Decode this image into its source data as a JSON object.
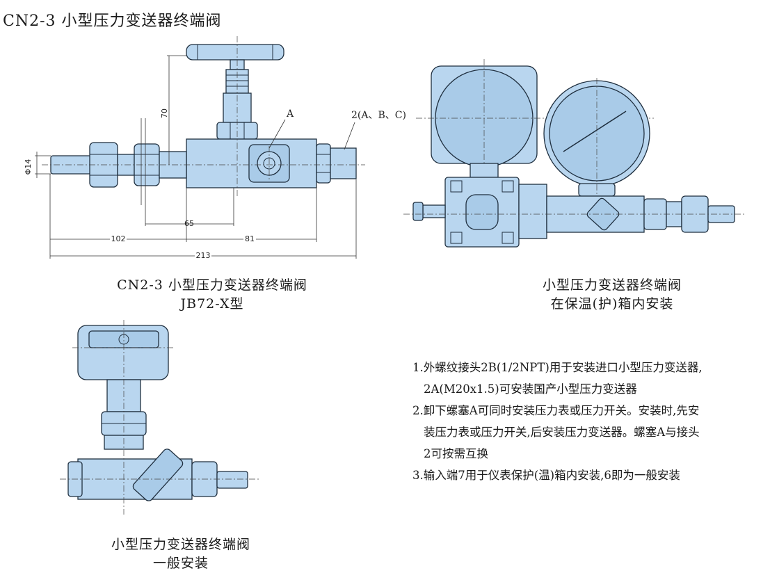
{
  "title": "CN2-3  小型压力变送器终端阀",
  "figure1": {
    "caption_line1": "CN2-3  小型压力变送器终端阀",
    "caption_line2": "JB72-X型",
    "label_a": "A",
    "label_2": "2(A、B、C)",
    "dim_70": "70",
    "dim_phi14": "Φ14",
    "dim_65": "65",
    "dim_102": "102",
    "dim_81": "81",
    "dim_213": "213"
  },
  "figure2": {
    "caption_line1": "小型压力变送器终端阀",
    "caption_line2": "在保温(护)箱内安装"
  },
  "figure3": {
    "caption_line1": "小型压力变送器终端阀",
    "caption_line2": "一般安装"
  },
  "notes": [
    "1.外螺纹接头2B(1/2NPT)用于安装进口小型压力变送器,",
    "2A(M20x1.5)可安装国产小型压力变送器",
    "2.卸下螺塞A可同时安装压力表或压力开关。安装时,先安",
    "装压力表或压力开关,后安装压力变送器。螺塞A与接头",
    "2可按需互换",
    "3.输入端7用于仪表保护(温)箱内安装,6即为一般安装"
  ]
}
